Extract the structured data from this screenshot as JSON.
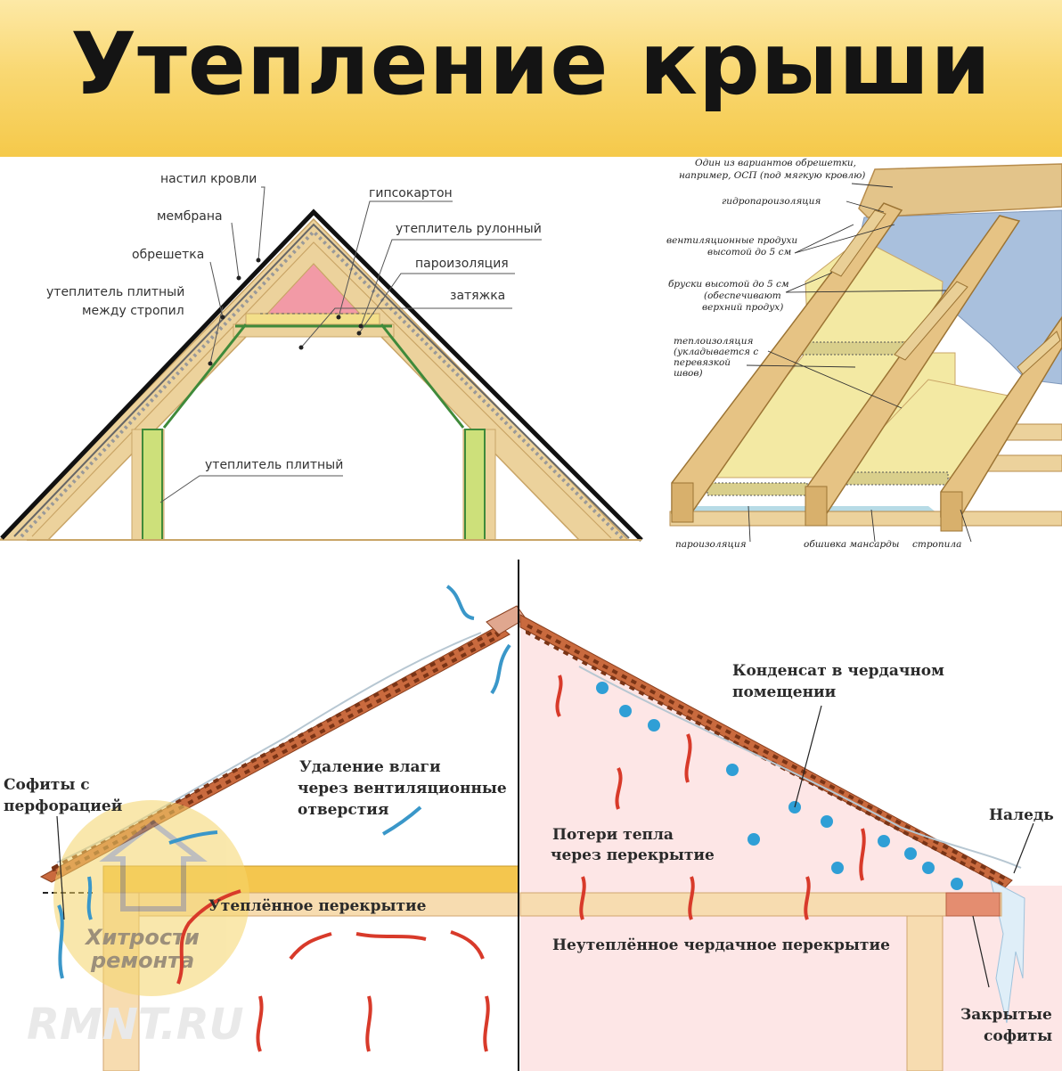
{
  "title": "Утепление крыши",
  "colors": {
    "banner": "#f7d265",
    "wood": "#e9c98a",
    "insulation": "#f3e9a3",
    "membrane": "#a9c0dd",
    "roof": "#c96a3e",
    "heat": "#d83a2a",
    "vent": "#3a97c9"
  },
  "diagram1": {
    "labels": {
      "nastil": "настил кровли",
      "membrana": "мембрана",
      "gipsokarton": "гипсокартон",
      "rulonny": "утеплитель рулонный",
      "obreshetka": "обрешетка",
      "paroizolyaciya": "пароизоляция",
      "plitny_line1": "утеплитель плитный",
      "plitny_line2": "между стропил",
      "zatyazhka": "затяжка",
      "plitny_bottom": "утеплитель плитный"
    }
  },
  "diagram2": {
    "labels": {
      "variant_line1": "Один из вариантов обрешетки,",
      "variant_line2": "например, ОСП (под мягкую кровлю)",
      "gidro": "гидропароизоляция",
      "vent_line1": "вентиляционные продухи",
      "vent_line2": "высотой до 5 см",
      "bruski_line1": "бруски высотой до 5 см",
      "bruski_line2": "(обеспечивают",
      "bruski_line3": "верхний продух)",
      "teplo_line1": "теплоизоляция",
      "teplo_line2": "(укладывается с",
      "teplo_line3": "перевязкой",
      "teplo_line4": "швов)",
      "paro": "пароизоляция",
      "obshivka": "обшивка мансарды",
      "stropila": "стропила"
    }
  },
  "diagram3": {
    "left": {
      "sofity_line1": "Софиты с",
      "sofity_line2": "перфорацией",
      "udalenie_line1": "Удаление влаги",
      "udalenie_line2": "через вентиляционные",
      "udalenie_line3": "отверстия",
      "uteplennoe": "Утеплённое перекрытие"
    },
    "right": {
      "kondensat_line1": "Конденсат в чердачном",
      "kondensat_line2": "помещении",
      "naled": "Наледь",
      "poteri_line1": "Потери тепла",
      "poteri_line2": "через перекрытие",
      "neuteplennoe": "Неутеплённое чердачное перекрытие",
      "zakrytye_line1": "Закрытые",
      "zakrytye_line2": "софиты"
    }
  },
  "watermark": {
    "brand_line1": "Хитрости",
    "brand_line2": "ремонта",
    "site": "RMNT.RU"
  }
}
